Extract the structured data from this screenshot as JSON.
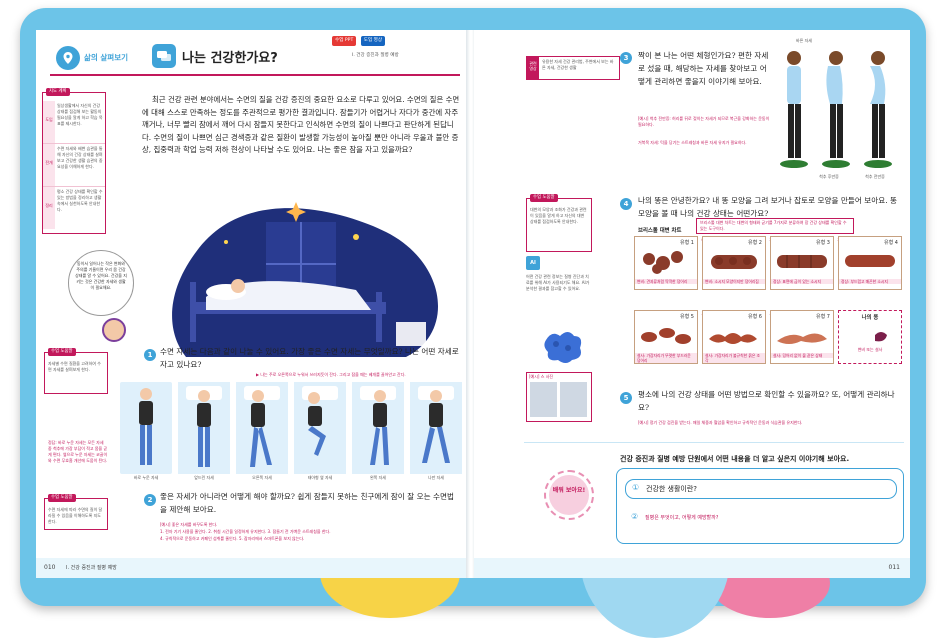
{
  "section_label": "삶의 살펴보기",
  "title": "나는 건강한가요?",
  "badges": {
    "ppt": "수업 PPT",
    "video": "도입 영상"
  },
  "unit_ref": "Ⅰ. 건강 증진과 질병 예방",
  "guide": {
    "head": "지도 계획",
    "rows": [
      {
        "label": "도입",
        "text": "일상생활에서 자신의 건강 상태를 점검해 보는 활동의 필요성을 알게 하고 학습 목표를 제시한다."
      },
      {
        "label": "전개",
        "text": "수면 자세와 배변 습관을 통해 자신의 건강 상태를 살펴보고 건강한 생활 습관의 중요성을 이해하게 한다."
      },
      {
        "label": "정리",
        "text": "평소 건강 상태를 확인할 수 있는 방법을 정리하고 생활 속에서 실천하도록 안내한다."
      }
    ]
  },
  "intro_text": "최근 건강 관련 분야에서는 수면의 질을 건강 증진의 중요한 요소로 다루고 있어요. 수면의 질은 수면에 대해 스스로 만족하는 정도를 주관적으로 평가한 결과입니다. 잠들기가 어렵거나 자다가 중간에 자주 깨거나, 너무 빨리 잠에서 깨어 다시 잠들지 못한다고 인식하면 수면의 질이 나쁘다고 판단하게 된답니다. 수면의 질이 나쁘면 심근 경색증과 같은 질환이 발생할 가능성이 높아질 뿐만 아니라 우울과 불안 증상, 집중력과 학업 능력 저하 현상이 나타날 수도 있어요. 나는 좋은 잠을 자고 있을까요?",
  "speech": "동이서 일어나는 작은 변화와 주의를 기울이면 우리 몸 건강 상태를 알 수 있어요. 건강을 지키는 것은 건강한 자세와 생활이 필요해요.",
  "q1": {
    "num": "1",
    "text": "수면 자세는 다음과 같이 나눌 수 있어요. 가장 좋은 수면 자세는 무엇일까요? 나는 어떤 자세로 자고 있나요?",
    "note": "▶ 나는 주로 오른쪽으로 누워서 쓰러지듯이 잔다. 그리고 잠을 때는 베개를 끌어안고 잔다."
  },
  "side1": {
    "head": "수업 도움말",
    "text": "자세별 수면 질환을 고려하여 수면 자세를 살펴보게 한다."
  },
  "side1_note": "정답: 바로 누운 자세는 모든 자세 중 척추에 가장 부담이 적고 몸을 곧게 편다. 옆으로 누운 자세는 코골이와 수면 무호흡 개선에 도움이 된다.",
  "postures": [
    "바로 누운 자세",
    "엎드린 자세",
    "오른쪽 자세",
    "태아형 옆 자세",
    "왼쪽 자세",
    "나만 자세"
  ],
  "q2": {
    "num": "2",
    "text": "좋은 자세가 아니라면 어떻게 해야 할까요? 쉽게 잠들지 못하는 친구에게 잠이 잘 오는 수면법을 제안해 보아요.",
    "answers": [
      "[예시] 좋은 자세를 바꾸도록 한다.",
      "1. 전자 기기 사용을 줄인다.  2. 취침 시간을 일정하게 유지한다.  3. 잠들기 전 가벼운 스트레칭을 한다.",
      "4. 규칙적으로 운동하고 카페인 섭취를 줄인다.  5. 잠자리에서 스마트폰을 보지 않는다."
    ]
  },
  "side2": {
    "head": "수업 도움말",
    "text": "수면 자세에 따라 수면의 질이 달라질 수 있음을 이해하도록 지도한다."
  },
  "footer_left": {
    "page": "010",
    "unit": "Ⅰ. 건강 증진과 질병 예방"
  },
  "related": {
    "head": "관련 영상",
    "text": "유용한 자세 건강 관리법, 주변에서 보는 바른 자세, 건강한 생활"
  },
  "q3": {
    "num": "3",
    "text": "짝이 본 나는 어떤 체형인가요? 편한 자세로 섰을 때, 해당하는 자세를 찾아보고 어떻게 관리하면 좋을지 이야기해 보아요.",
    "note1": "[예시] 척추 전만증: 허리를 뒤로 젖히는 자세가 되므로 복근을 강화하는 운동이 필요하다.",
    "note2": "거북목 자세: 턱을 당기는 스트레칭과 바른 자세 유지가 필요하다."
  },
  "body_types_label": "바른 자세",
  "body_types": [
    "척추 후만증",
    "척추 전만증"
  ],
  "q4": {
    "num": "4",
    "text": "나의 똥은 안녕한가요? 내 똥 모양을 그려 보거나 잡토로 모양을 만들어 보아요. 똥 모양을 볼 때 나의 건강 상태는 어떤가요?",
    "chart_label": "브리스톨 대변 차트",
    "chart_note": "브리스톨 대변 차트는 대변의 형태와 굳기를 7가지로 분류하여 장 건강 상태를 확인할 수 있는 도구이다.",
    "types": [
      {
        "label": "유형 1",
        "desc": "변비: 견과류처럼 딱딱한 덩어리"
      },
      {
        "label": "유형 2",
        "desc": "변비: 소시지 모양이지만 덩어리짐"
      },
      {
        "label": "유형 3",
        "desc": "정상: 표면에 금이 있는 소시지"
      },
      {
        "label": "유형 4",
        "desc": "정상: 부드럽고 매끈한 소시지"
      },
      {
        "label": "유형 5",
        "desc": "설사: 가장자리가 뚜렷한 부드러운 덩어리"
      },
      {
        "label": "유형 6",
        "desc": "설사: 가장자리가 불규칙한 묽은 조각"
      },
      {
        "label": "유형 7",
        "desc": "설사: 덩어리 없이 물 같은 상태"
      },
      {
        "label": "나의 똥",
        "desc": "변비 또는 설사"
      }
    ],
    "arrows": [
      "변비",
      "정상",
      "정상",
      "설사",
      "설사",
      "설사"
    ]
  },
  "side3": {
    "head": "수업 도움말",
    "text": "대변의 모양과 조화가 건강과 관련이 있음을 알게 하고 자신의 대변 상태를 점검하도록 안내한다."
  },
  "ai_note": "어떤 건강 관련 정보는 질병 진단과 치료를 위해 AI가 사용되기도 해요. AI가 분석한 결과를 참고할 수 있어요.",
  "clay_label": "[예시] 스 사진",
  "q5": {
    "num": "5",
    "text": "평소에 나의 건강 상태를 어떤 방법으로 확인할 수 있을까요? 또, 어떻게 관리하나요?",
    "note": "[예시] 정기 건강 검진을 받는다. 매일 체중과 혈압을 확인하고 규칙적인 운동과 식습관을 유지한다."
  },
  "learn_badge": "배워 보아요!",
  "learn_prompt": "건강 증진과 질병 예방 단원에서 어떤 내용을 더 알고 싶은지 이야기해 보아요.",
  "learn_items": [
    {
      "num": "①",
      "text": "건강한 생활이란?"
    },
    {
      "num": "②",
      "text": "질병은 무엇이고, 어떻게 예방할까?"
    }
  ],
  "footer_right": {
    "page": "011"
  },
  "colors": {
    "accent": "#c2185b",
    "blue": "#3fa3d8",
    "frame": "#6cc4e8"
  }
}
